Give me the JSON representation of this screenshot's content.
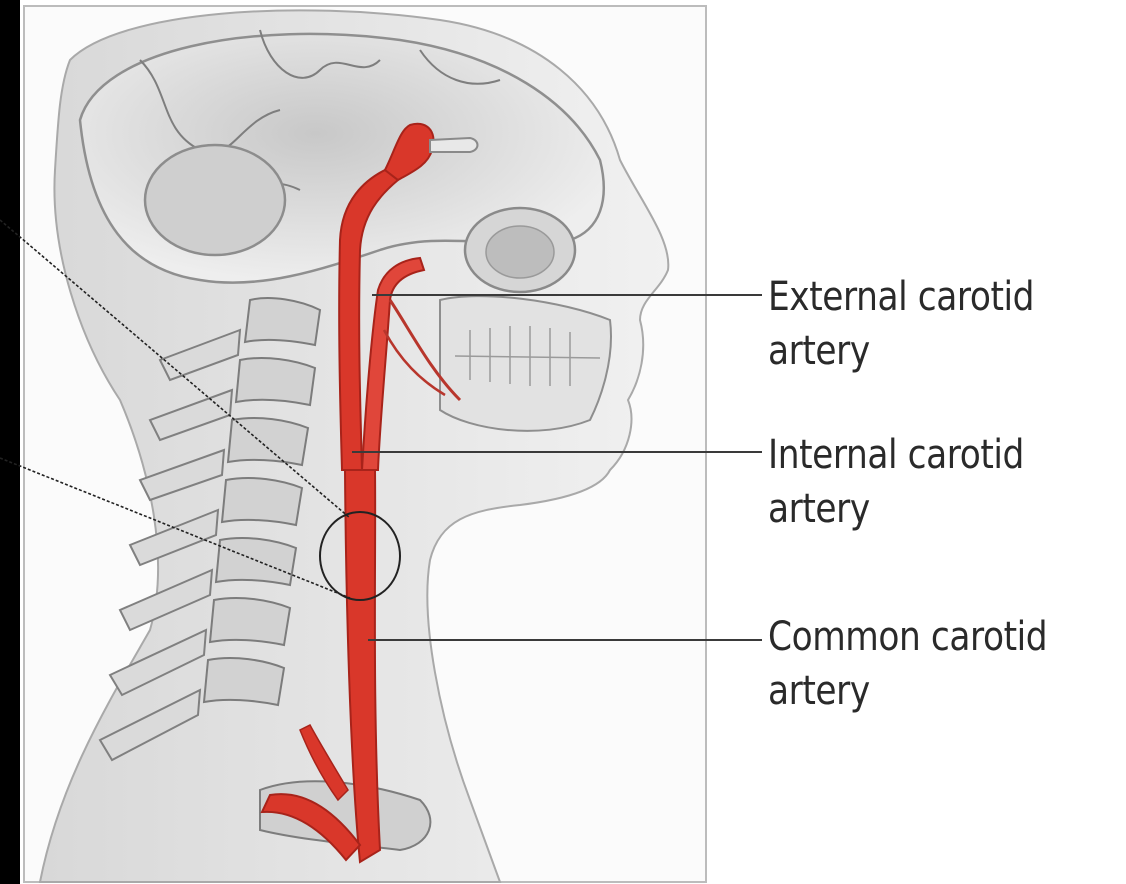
{
  "labels": {
    "external": {
      "line1": "External carotid",
      "line2": "artery"
    },
    "internal": {
      "line1": "Internal carotid",
      "line2": "artery"
    },
    "common": {
      "line1": "Common carotid",
      "line2": "artery"
    }
  },
  "colors": {
    "artery": "#d9372a",
    "artery_dark": "#a8231a",
    "frame": "#bcbcbc",
    "left_bar": "#000000",
    "leader": "#3a3a3a"
  }
}
